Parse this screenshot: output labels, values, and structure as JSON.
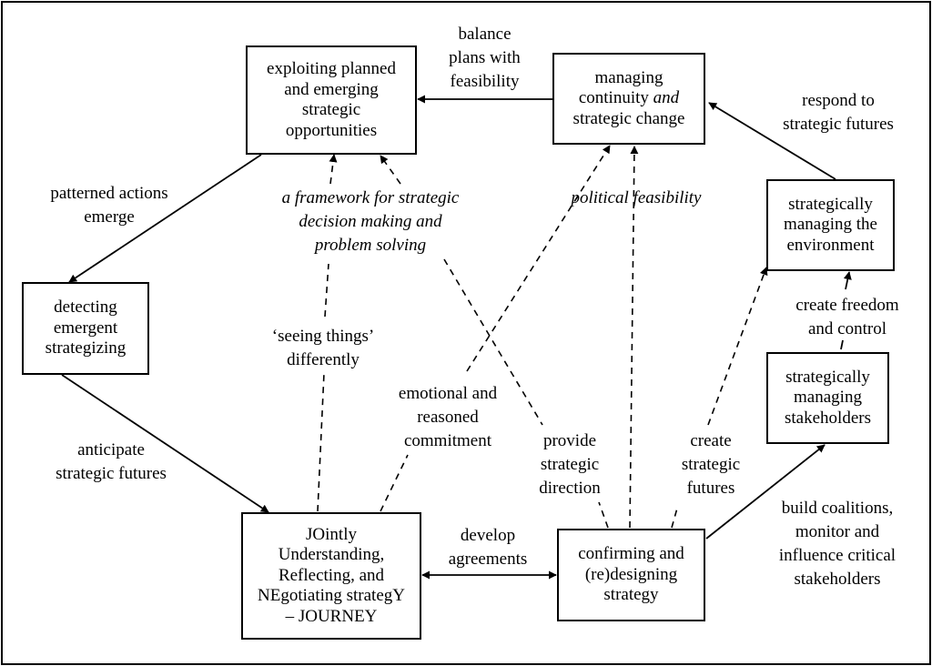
{
  "boxes": {
    "exploiting": "exploiting planned\nand emerging\nstrategic\nopportunities",
    "managing_continuity_a": "managing\ncontinuity ",
    "managing_continuity_and": "and",
    "managing_continuity_b": "\nstrategic change",
    "strategically_env": "strategically\nmanaging the\nenvironment",
    "detecting": "detecting\nemergent\nstrategizing",
    "stakeholders": "strategically\nmanaging\nstakeholders",
    "journey": "JOintly\nUnderstanding,\nReflecting, and\nNEgotiating strategY\n– JOURNEY",
    "confirming": "confirming and\n(re)designing\nstrategy"
  },
  "labels": {
    "balance": "balance\nplans with\nfeasibility",
    "respond": "respond to\nstrategic futures",
    "patterned": "patterned actions\nemerge",
    "framework": "a framework for strategic\ndecision making and\nproblem solving",
    "political": "political feasibility",
    "seeing": "‘seeing things’\ndifferently",
    "emotional": "emotional and\nreasoned\ncommitment",
    "provide": "provide\nstrategic\ndirection",
    "create_futures": "create\nstrategic\nfutures",
    "create_freedom": "create freedom\nand control",
    "anticipate": "anticipate\nstrategic futures",
    "develop": "develop\nagreements",
    "build": "build coalitions,\nmonitor and\ninfluence critical\nstakeholders"
  }
}
